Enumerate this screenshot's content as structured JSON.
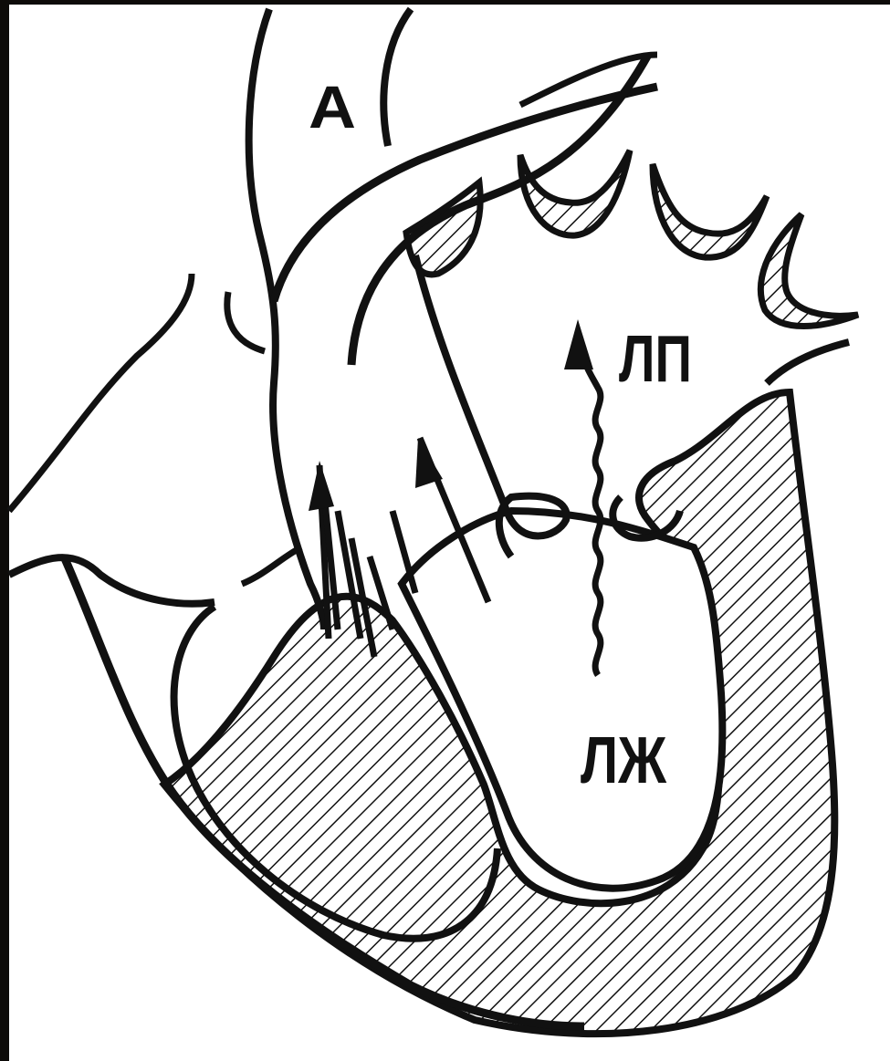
{
  "diagram": {
    "labels": {
      "aorta": "А",
      "left_atrium": "ЛП",
      "left_ventricle": "ЛЖ"
    },
    "colors": {
      "ink": "#111111",
      "paper": "#ffffff",
      "frame": "#0d0b09"
    }
  }
}
